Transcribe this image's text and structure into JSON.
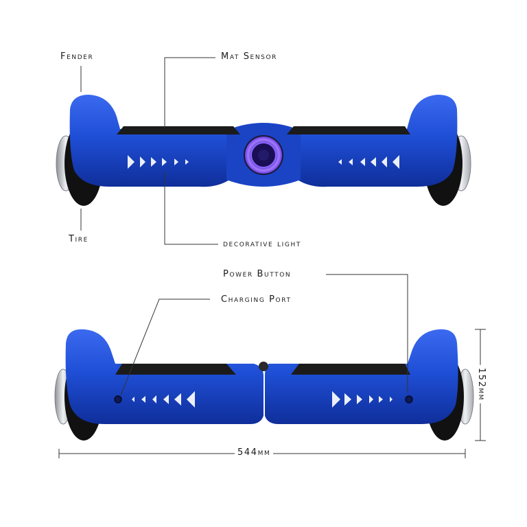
{
  "labels": {
    "fender": "Fender",
    "mat_sensor": "Mat Sensor",
    "tire": "Tire",
    "decorative_light": "decorative light",
    "power_button": "Power Button",
    "charging_port": "Charging Port"
  },
  "dimensions": {
    "length": "544mm",
    "height": "152mm"
  },
  "colors": {
    "body_blue": "#1f4fd6",
    "body_dark": "#0f2e9a",
    "mat_black": "#1b1b1b",
    "tire_black": "#111111",
    "rim_silver": "#c9ccd1",
    "light_purple": "#7a4dff",
    "line": "#333333"
  }
}
